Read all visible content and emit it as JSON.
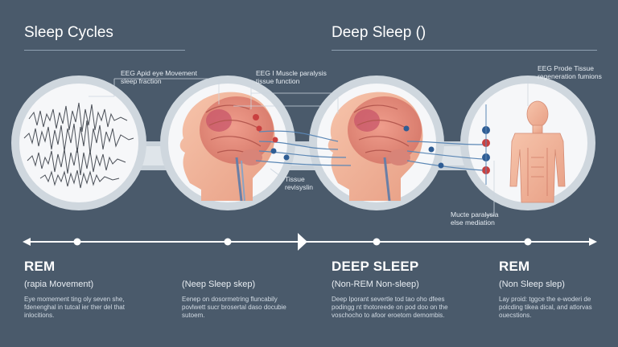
{
  "header": {
    "left_title": "Sleep Cycles",
    "right_title": "Deep Sleep ()"
  },
  "annotations": {
    "eeg_rem": [
      "EEG Apid eye Movement",
      "sleep fraction"
    ],
    "eeg_muscle": [
      "EEG I Muscle paralysis",
      "tissue function"
    ],
    "tissue": [
      "Tissue",
      "revisyslin"
    ],
    "eeg_tissue": [
      "EEG Prode Tissue",
      "regeneration fumions"
    ],
    "muscle": [
      "Mucte paralysia",
      "else mediation"
    ]
  },
  "stages": [
    {
      "label": "REM",
      "subtitle": "(rapia Movement)",
      "description": "Eye momement ting oly seven she, fdenenghal in tutcal ier ther del that inlocitions."
    },
    {
      "label": "",
      "subtitle": "(Neep Sleep skep)",
      "description": "Eenep on dosormetring fluncabily povlwett sucr brosertal daso docubie sutoem."
    },
    {
      "label": "DEEP SLEEP",
      "subtitle": "(Non-REM Non-sleep)",
      "description": "Deep Iporant severtle tod tao oho dfees podingg nt thotoreede on pod doo on the voschocho to afoor eroetom demombis."
    },
    {
      "label": "REM",
      "subtitle": "(Non Sleep slep)",
      "description": "Lay proid: tggce the e-woderi de polcding tikea dical, and atlorvas ouecstions."
    }
  ],
  "colors": {
    "background": "#4a5a6b",
    "circle_ring": "#d9e0e6",
    "circle_fill": "#f4f6f8",
    "skin": "#f2b79c",
    "brain": "#e8a08e",
    "line": "#5b87b5",
    "dot_red": "#c94040",
    "dot_blue": "#2f5d94",
    "timeline": "#ffffff"
  }
}
